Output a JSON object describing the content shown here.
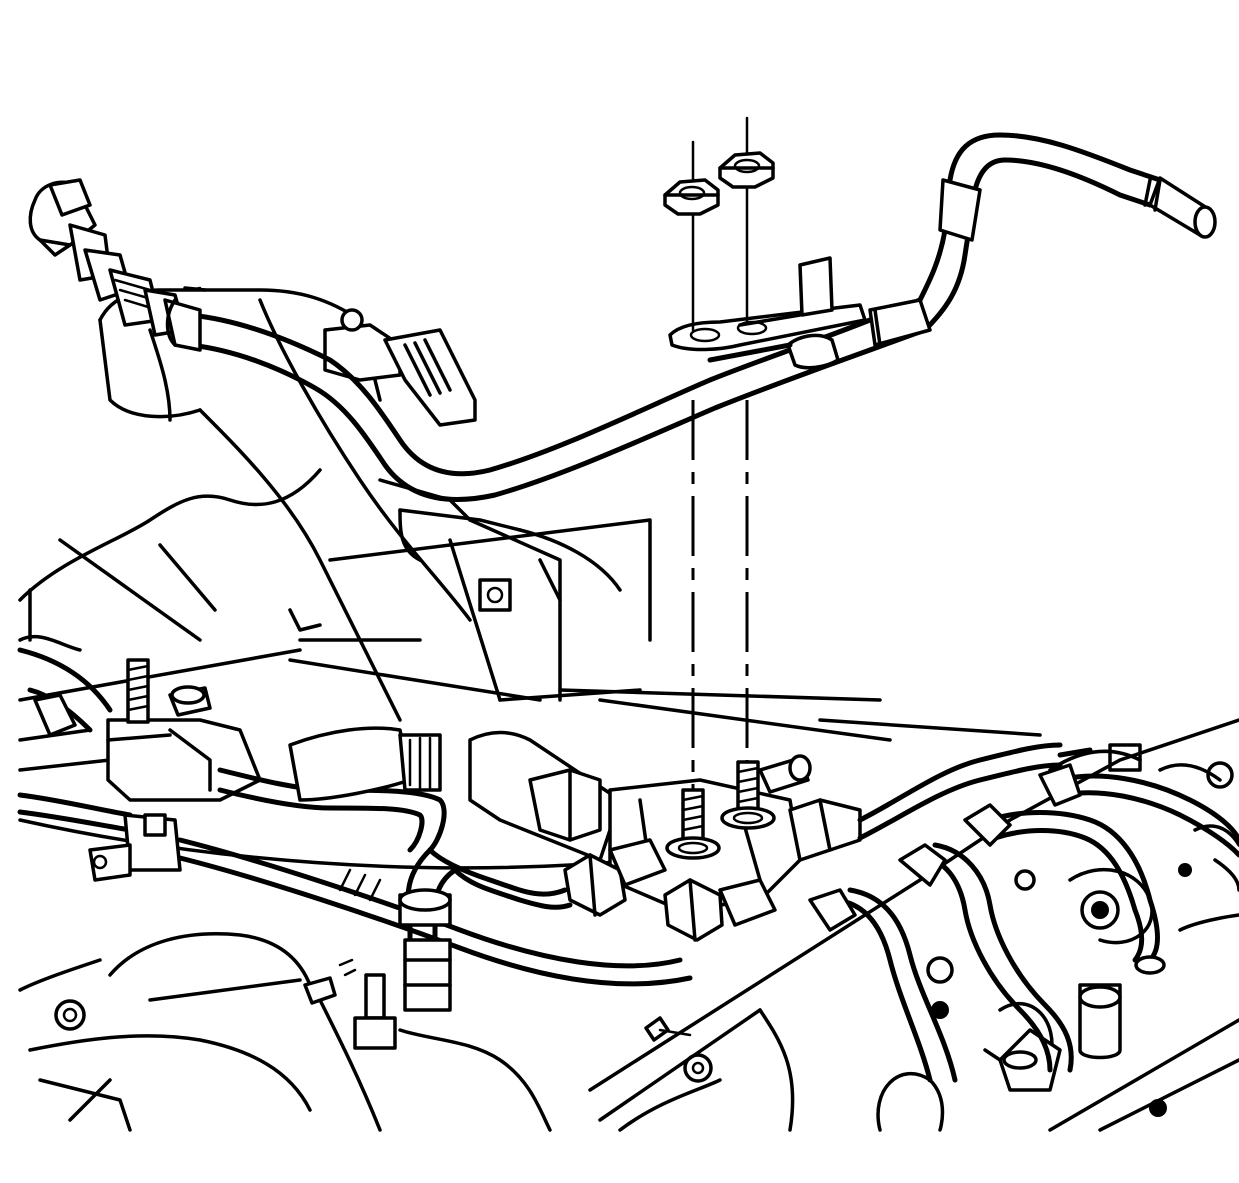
{
  "diagram": {
    "style": "monochrome line art",
    "colors": {
      "ink": "#000000",
      "paper": "#ffffff"
    },
    "parts": [
      "fuel-return-pipe",
      "pipe-connector",
      "retaining-bracket",
      "nut",
      "nut",
      "stud",
      "stud",
      "fuel-pressure-regulator",
      "fuel-injection-pipes",
      "engine-block"
    ]
  }
}
